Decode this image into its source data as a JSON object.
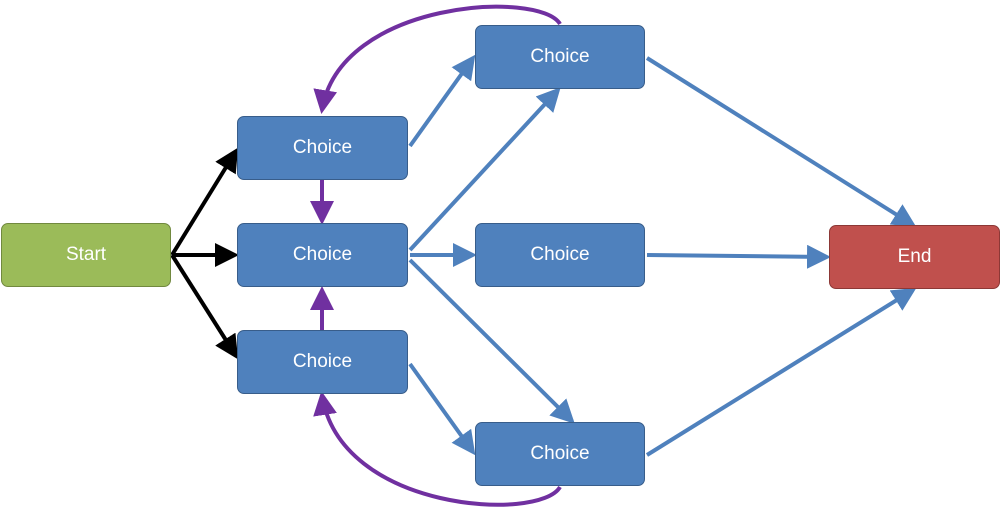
{
  "colors": {
    "start_fill": "#9bbb59",
    "start_border": "#71893f",
    "choice_fill": "#4f81bd",
    "choice_border": "#385d8a",
    "end_fill": "#c0504d",
    "end_border": "#8c3836",
    "edge_start": "#000000",
    "edge_forward": "#4f81bd",
    "edge_loop": "#7030a0"
  },
  "nodes": [
    {
      "id": "start",
      "label": "Start",
      "type": "start"
    },
    {
      "id": "choice-top-left",
      "label": "Choice",
      "type": "choice"
    },
    {
      "id": "choice-mid-left",
      "label": "Choice",
      "type": "choice"
    },
    {
      "id": "choice-bottom-left",
      "label": "Choice",
      "type": "choice"
    },
    {
      "id": "choice-top-right",
      "label": "Choice",
      "type": "choice"
    },
    {
      "id": "choice-mid-right",
      "label": "Choice",
      "type": "choice"
    },
    {
      "id": "choice-bottom-right",
      "label": "Choice",
      "type": "choice"
    },
    {
      "id": "end",
      "label": "End",
      "type": "end"
    }
  ],
  "edges": [
    {
      "from": "start",
      "to": "choice-top-left",
      "kind": "start"
    },
    {
      "from": "start",
      "to": "choice-mid-left",
      "kind": "start"
    },
    {
      "from": "start",
      "to": "choice-bottom-left",
      "kind": "start"
    },
    {
      "from": "choice-top-left",
      "to": "choice-top-right",
      "kind": "forward"
    },
    {
      "from": "choice-mid-left",
      "to": "choice-top-right",
      "kind": "forward"
    },
    {
      "from": "choice-mid-left",
      "to": "choice-mid-right",
      "kind": "forward"
    },
    {
      "from": "choice-mid-left",
      "to": "choice-bottom-right",
      "kind": "forward"
    },
    {
      "from": "choice-bottom-left",
      "to": "choice-bottom-right",
      "kind": "forward"
    },
    {
      "from": "choice-top-right",
      "to": "end",
      "kind": "forward"
    },
    {
      "from": "choice-mid-right",
      "to": "end",
      "kind": "forward"
    },
    {
      "from": "choice-bottom-right",
      "to": "end",
      "kind": "forward"
    },
    {
      "from": "choice-top-left",
      "to": "choice-mid-left",
      "kind": "loop"
    },
    {
      "from": "choice-bottom-left",
      "to": "choice-mid-left",
      "kind": "loop"
    },
    {
      "from": "choice-top-right",
      "to": "choice-top-left",
      "kind": "loop"
    },
    {
      "from": "choice-bottom-right",
      "to": "choice-bottom-left",
      "kind": "loop"
    }
  ]
}
